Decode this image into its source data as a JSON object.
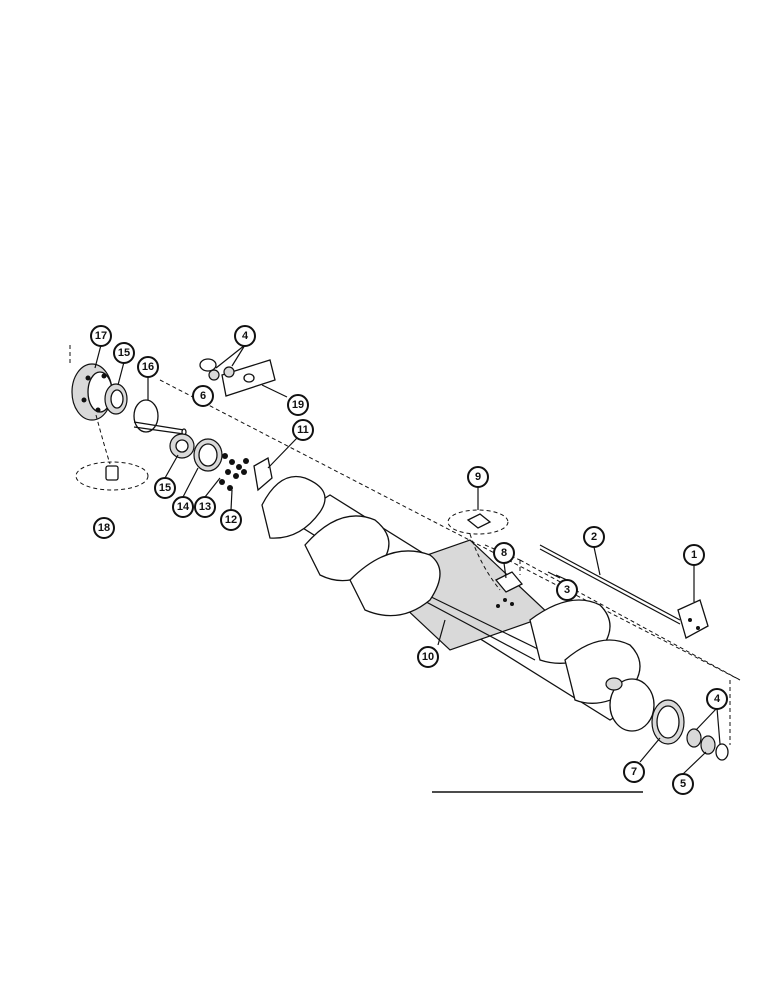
{
  "figure": {
    "type": "exploded parts diagram",
    "colors": {
      "ink": "#111111",
      "paper": "#ffffff",
      "shade": "#d9d9d9"
    }
  },
  "callouts": [
    {
      "id": "c17",
      "label": "17"
    },
    {
      "id": "c15a",
      "label": "15"
    },
    {
      "id": "c16",
      "label": "16"
    },
    {
      "id": "c4a",
      "label": "4"
    },
    {
      "id": "c6",
      "label": "6"
    },
    {
      "id": "c19",
      "label": "19"
    },
    {
      "id": "c11",
      "label": "11"
    },
    {
      "id": "c15b",
      "label": "15"
    },
    {
      "id": "c14",
      "label": "14"
    },
    {
      "id": "c13",
      "label": "13"
    },
    {
      "id": "c12",
      "label": "12"
    },
    {
      "id": "c18",
      "label": "18"
    },
    {
      "id": "c9",
      "label": "9"
    },
    {
      "id": "c8",
      "label": "8"
    },
    {
      "id": "c2",
      "label": "2"
    },
    {
      "id": "c1",
      "label": "1"
    },
    {
      "id": "c3",
      "label": "3"
    },
    {
      "id": "c10",
      "label": "10"
    },
    {
      "id": "c4b",
      "label": "4"
    },
    {
      "id": "c7",
      "label": "7"
    },
    {
      "id": "c5",
      "label": "5"
    }
  ]
}
